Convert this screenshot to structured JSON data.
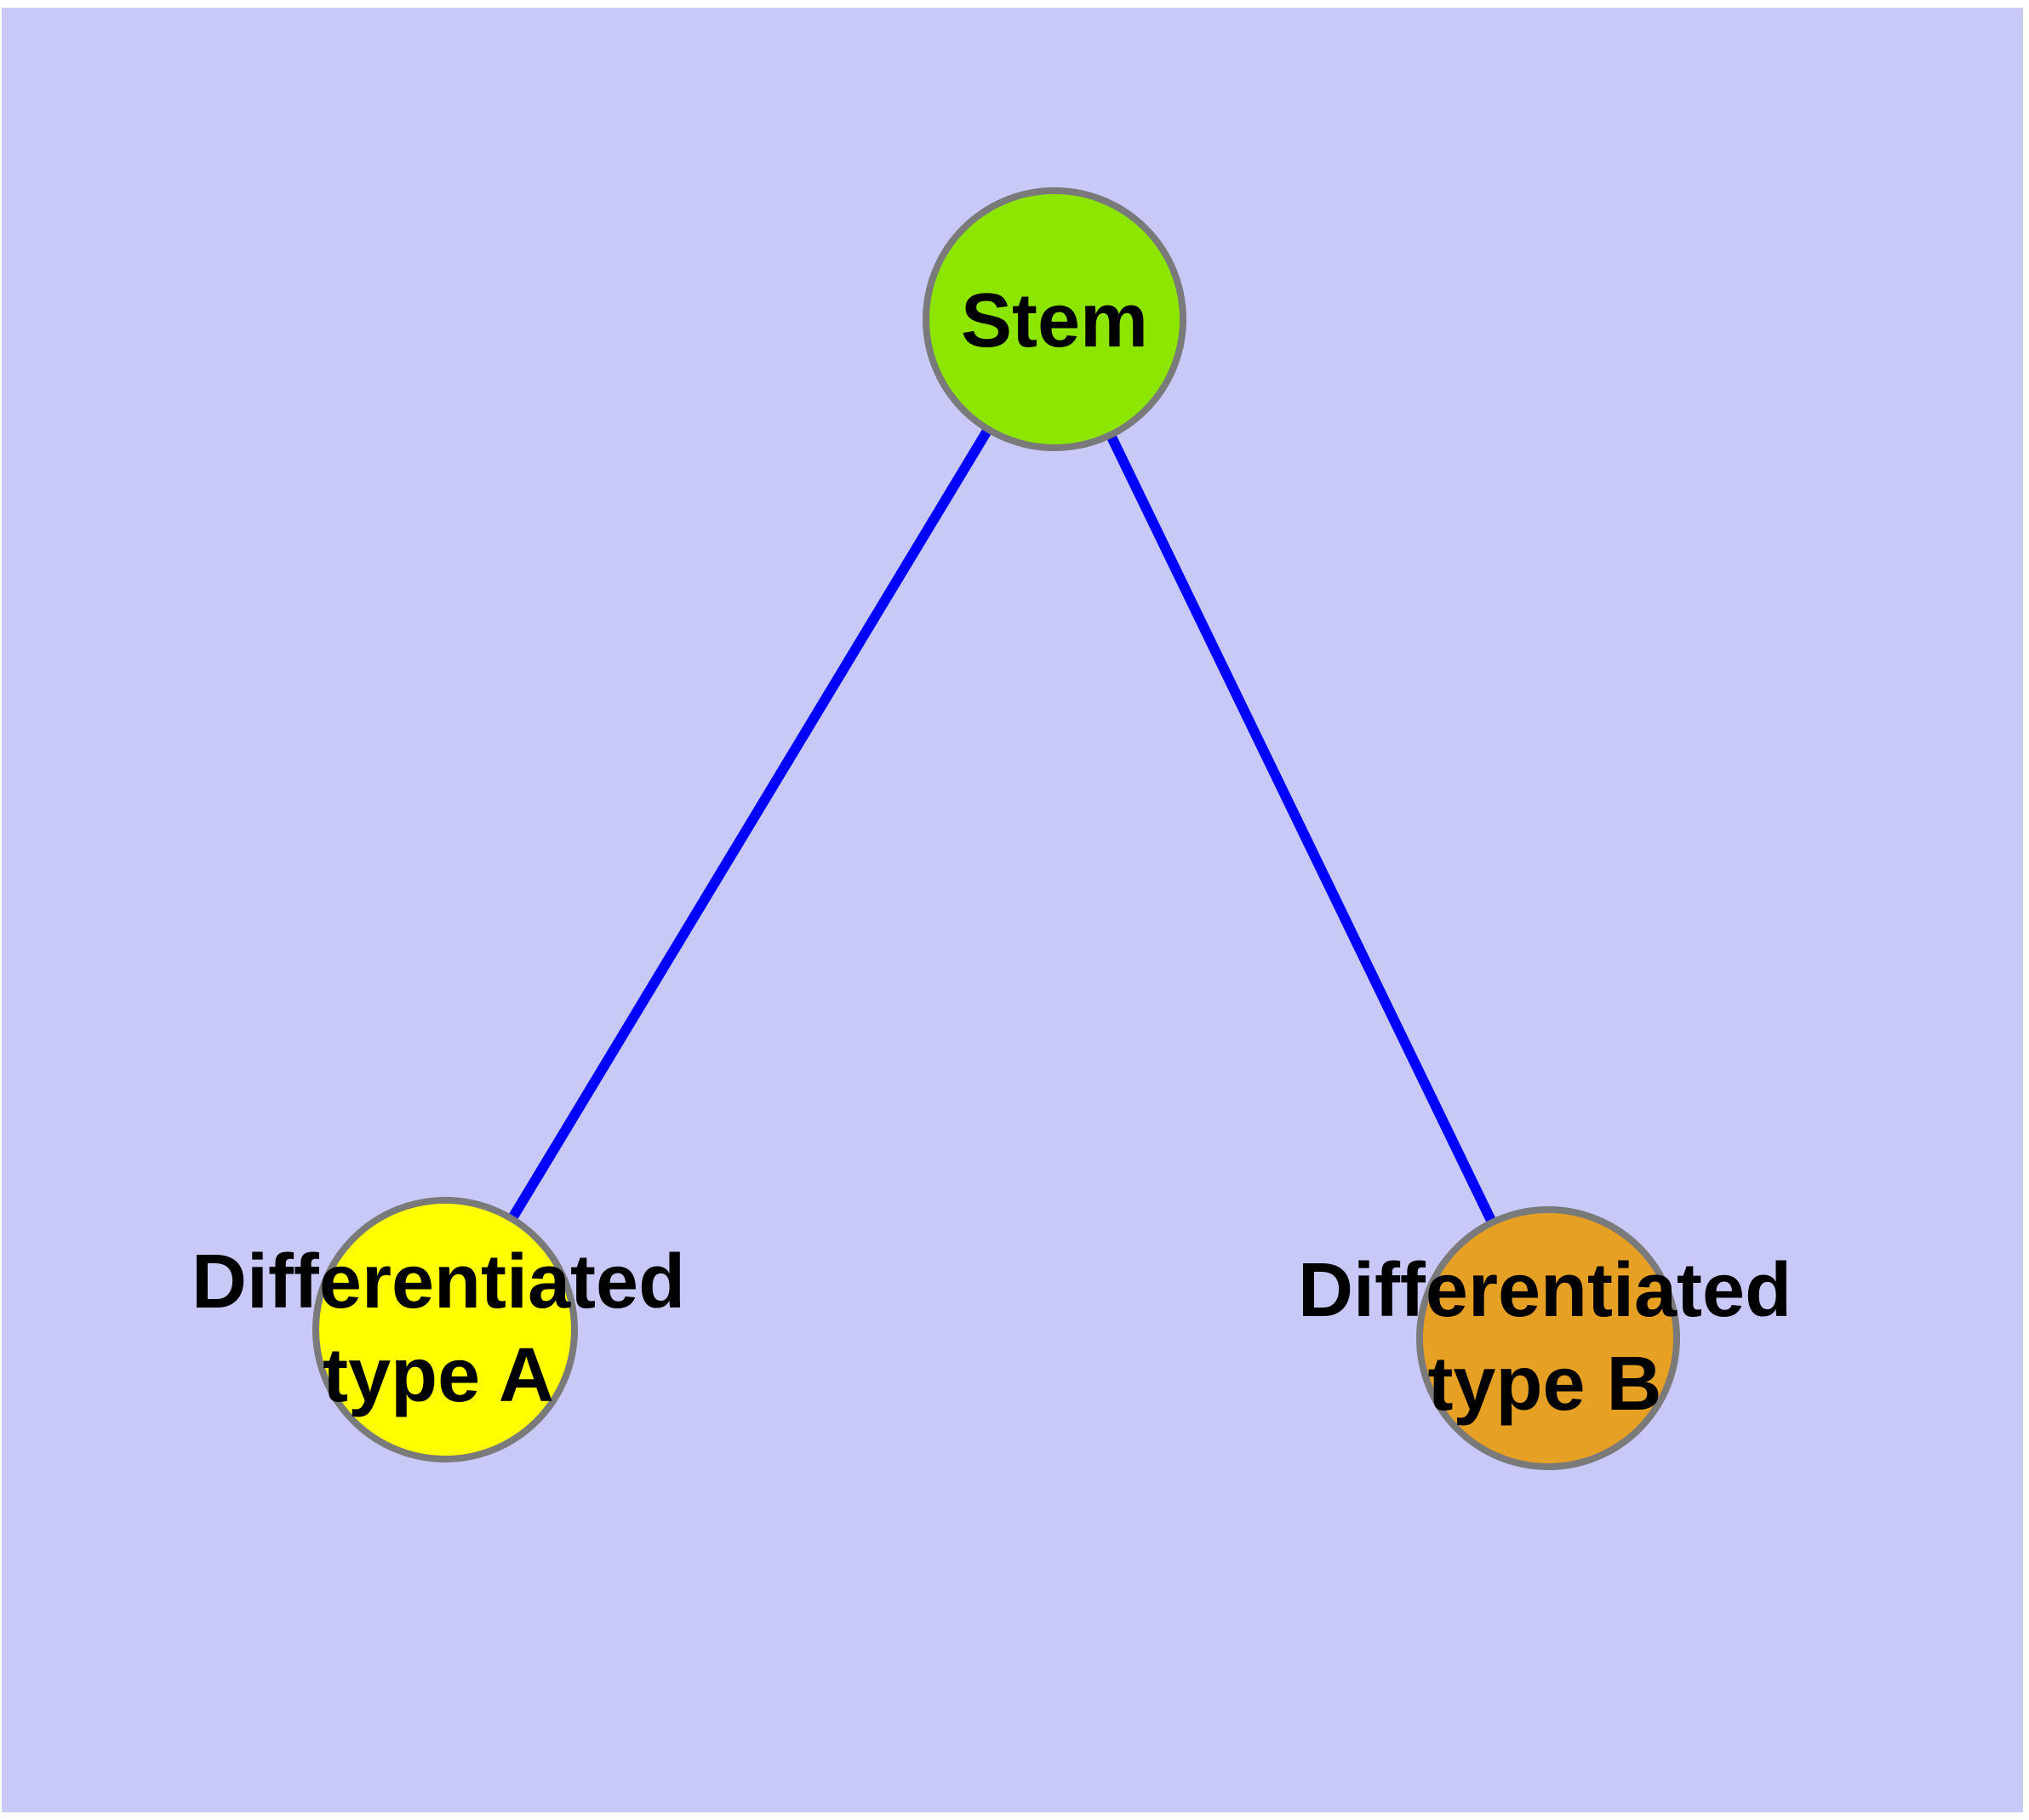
{
  "diagram": {
    "type": "graph",
    "background_color": "#c9c9f8",
    "frame_color": "#ffffff",
    "edge_color": "#0000ff",
    "node_border_color": "#7a7a7a",
    "label_color": "#000000",
    "nodes": [
      {
        "id": "stem",
        "label": "Stem",
        "color": "#8ce600"
      },
      {
        "id": "type-a",
        "label_line1": "Differentiated",
        "label_line2": "type A",
        "color": "#ffff00"
      },
      {
        "id": "type-b",
        "label_line1": "Differentiated",
        "label_line2": "type B",
        "color": "#e6a024"
      }
    ],
    "edges": [
      {
        "from": "stem",
        "to": "type-a"
      },
      {
        "from": "stem",
        "to": "type-b"
      }
    ]
  }
}
